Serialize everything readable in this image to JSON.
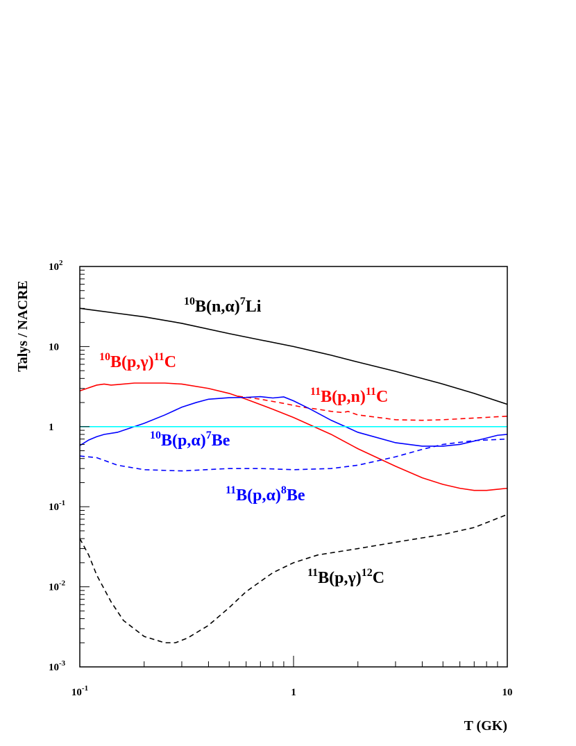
{
  "chart_data": {
    "type": "line",
    "xlabel": "T (GK)",
    "ylabel": "Talys / NACRE",
    "xscale": "log",
    "yscale": "log",
    "xlim": [
      0.1,
      10
    ],
    "ylim": [
      0.001,
      100
    ],
    "grid": false,
    "legend": "inline labels",
    "x_tick_labels": [
      {
        "value": 0.1,
        "base": "10",
        "exp": "-1"
      },
      {
        "value": 1,
        "base": "1",
        "exp": ""
      },
      {
        "value": 10,
        "base": "10",
        "exp": ""
      }
    ],
    "y_tick_labels": [
      {
        "value": 0.001,
        "base": "10",
        "exp": "-3"
      },
      {
        "value": 0.01,
        "base": "10",
        "exp": "-2"
      },
      {
        "value": 0.1,
        "base": "10",
        "exp": "-1"
      },
      {
        "value": 1,
        "base": "1",
        "exp": ""
      },
      {
        "value": 10,
        "base": "10",
        "exp": ""
      },
      {
        "value": 100,
        "base": "10",
        "exp": "2"
      }
    ],
    "series": [
      {
        "name": "10B(n,α)7Li",
        "label_parts": [
          [
            "10",
            "sup"
          ],
          [
            "B(n,α)",
            "base"
          ],
          [
            "7",
            "sup"
          ],
          [
            "Li",
            "base"
          ]
        ],
        "color": "#000000",
        "dash": "solid",
        "x": [
          0.1,
          0.15,
          0.2,
          0.3,
          0.5,
          0.7,
          1.0,
          1.5,
          2.0,
          3.0,
          5.0,
          7.0,
          10.0
        ],
        "y": [
          30,
          26,
          23.5,
          19.5,
          14.5,
          12.1,
          10,
          7.8,
          6.4,
          4.9,
          3.4,
          2.6,
          1.9
        ]
      },
      {
        "name": "10B(p,γ)11C",
        "label_parts": [
          [
            "10",
            "sup"
          ],
          [
            "B(p,γ)",
            "base"
          ],
          [
            "11",
            "sup"
          ],
          [
            "C",
            "base"
          ]
        ],
        "color": "#ff0000",
        "dash": "solid",
        "x": [
          0.1,
          0.12,
          0.13,
          0.14,
          0.15,
          0.18,
          0.2,
          0.25,
          0.3,
          0.4,
          0.5,
          0.6,
          0.8,
          1.0,
          1.5,
          2.0,
          3.0,
          4.0,
          5.0,
          6.0,
          7.0,
          8.0,
          9.0,
          10.0
        ],
        "y": [
          2.8,
          3.3,
          3.4,
          3.3,
          3.35,
          3.5,
          3.5,
          3.5,
          3.4,
          3.0,
          2.6,
          2.2,
          1.65,
          1.3,
          0.8,
          0.53,
          0.32,
          0.23,
          0.19,
          0.17,
          0.16,
          0.16,
          0.165,
          0.17
        ]
      },
      {
        "name": "11B(p,n)11C",
        "label_parts": [
          [
            "11",
            "sup"
          ],
          [
            "B(p,n)",
            "base"
          ],
          [
            "11",
            "sup"
          ],
          [
            "C",
            "base"
          ]
        ],
        "color": "#ff0000",
        "dash": "dashed",
        "x": [
          0.55,
          0.7,
          0.9,
          1.1,
          1.3,
          1.5,
          1.7,
          1.8,
          2.0,
          2.5,
          3.0,
          4.0,
          5.0,
          7.0,
          10.0
        ],
        "y": [
          2.4,
          2.2,
          1.95,
          1.75,
          1.65,
          1.55,
          1.5,
          1.55,
          1.4,
          1.3,
          1.22,
          1.2,
          1.22,
          1.28,
          1.35
        ]
      },
      {
        "name": "10B(p,α)7Be",
        "label_parts": [
          [
            "10",
            "sup"
          ],
          [
            "B(p,α)",
            "base"
          ],
          [
            "7",
            "sup"
          ],
          [
            "Be",
            "base"
          ]
        ],
        "color": "#0000ff",
        "dash": "solid",
        "x": [
          0.1,
          0.11,
          0.12,
          0.13,
          0.15,
          0.18,
          0.2,
          0.25,
          0.3,
          0.35,
          0.4,
          0.5,
          0.6,
          0.7,
          0.8,
          0.9,
          1.0,
          1.2,
          1.5,
          2.0,
          3.0,
          4.0,
          5.0,
          6.0,
          7.0,
          8.0,
          9.0,
          10.0
        ],
        "y": [
          0.58,
          0.68,
          0.75,
          0.8,
          0.85,
          1.0,
          1.1,
          1.4,
          1.75,
          2.0,
          2.2,
          2.3,
          2.32,
          2.37,
          2.28,
          2.35,
          2.1,
          1.65,
          1.2,
          0.85,
          0.63,
          0.57,
          0.57,
          0.6,
          0.66,
          0.72,
          0.78,
          0.8
        ]
      },
      {
        "name": "11B(p,α)8Be",
        "label_parts": [
          [
            "11",
            "sup"
          ],
          [
            "B(p,α)",
            "base"
          ],
          [
            "8",
            "sup"
          ],
          [
            "Be",
            "base"
          ]
        ],
        "color": "#0000ff",
        "dash": "dashed",
        "x": [
          0.1,
          0.12,
          0.15,
          0.2,
          0.3,
          0.5,
          0.7,
          1.0,
          1.5,
          2.0,
          3.0,
          4.0,
          5.0,
          7.0,
          10.0
        ],
        "y": [
          0.43,
          0.41,
          0.33,
          0.29,
          0.28,
          0.3,
          0.3,
          0.29,
          0.3,
          0.33,
          0.42,
          0.52,
          0.6,
          0.67,
          0.7
        ]
      },
      {
        "name": "11B(p,γ)12C",
        "label_parts": [
          [
            "11",
            "sup"
          ],
          [
            "B(p,γ)",
            "base"
          ],
          [
            "12",
            "sup"
          ],
          [
            "C",
            "base"
          ]
        ],
        "color": "#000000",
        "dash": "dashed",
        "x": [
          0.1,
          0.11,
          0.12,
          0.14,
          0.16,
          0.2,
          0.25,
          0.28,
          0.32,
          0.4,
          0.5,
          0.6,
          0.8,
          1.0,
          1.3,
          1.7,
          2.0,
          3.0,
          5.0,
          7.0,
          10.0
        ],
        "y": [
          0.04,
          0.025,
          0.014,
          0.0065,
          0.0038,
          0.0024,
          0.002,
          0.002,
          0.0023,
          0.0033,
          0.0055,
          0.0087,
          0.015,
          0.02,
          0.025,
          0.028,
          0.03,
          0.036,
          0.045,
          0.055,
          0.08
        ]
      },
      {
        "name": "",
        "color": "#00ffff",
        "dash": "solid",
        "x": [
          0.1,
          10.0
        ],
        "y": [
          1,
          1
        ]
      }
    ]
  }
}
